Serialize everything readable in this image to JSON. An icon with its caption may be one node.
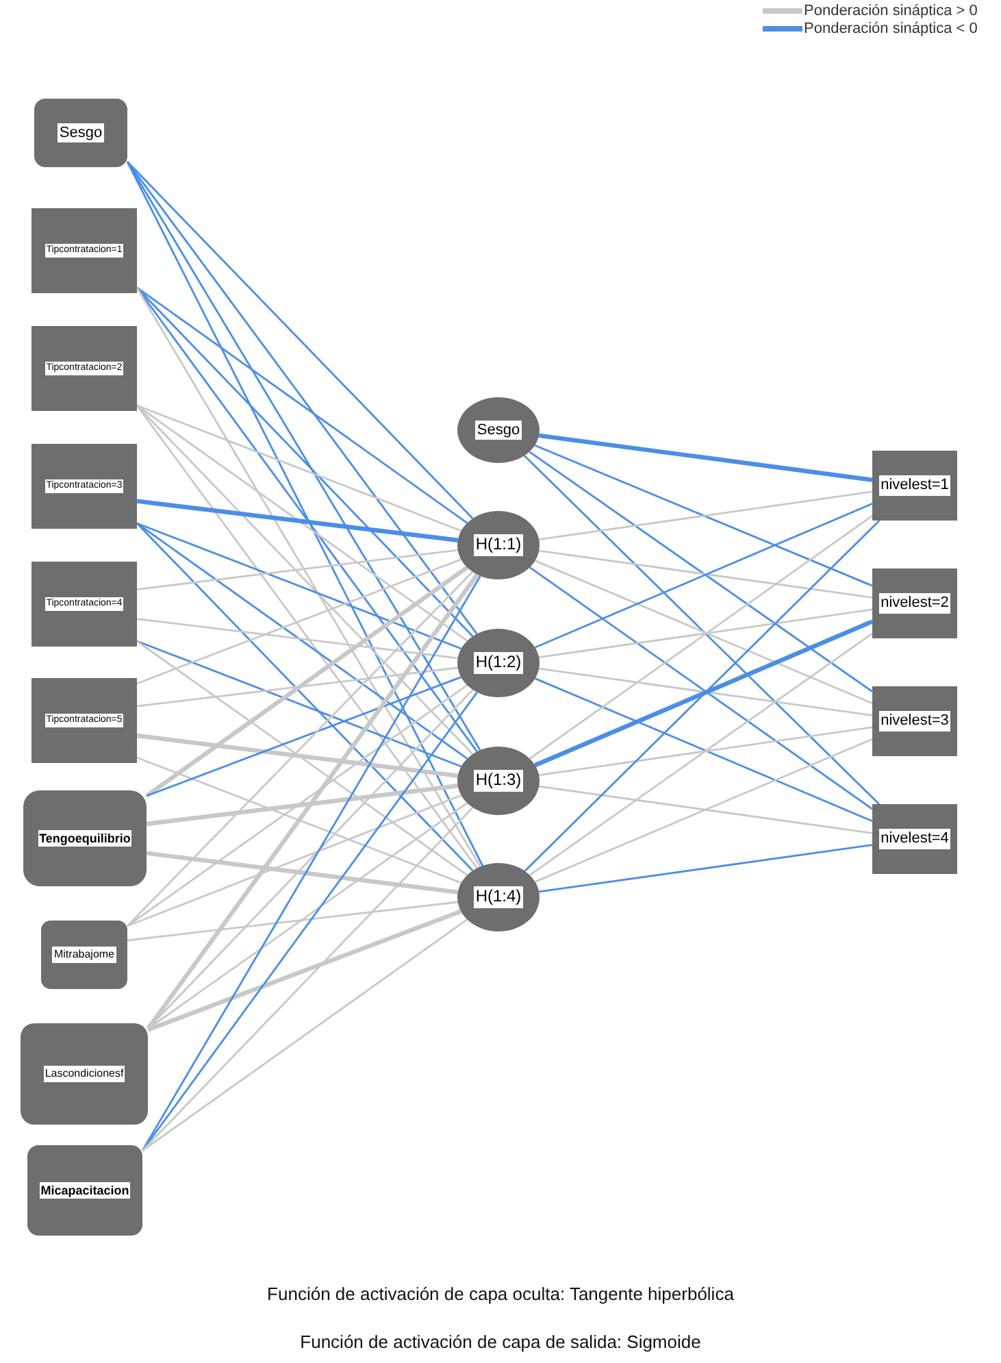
{
  "diagram": {
    "nodes": [
      {
        "text": [
          "Sesgo"
        ]
      },
      {
        "text": [
          "Tipcontratacion=1"
        ]
      },
      {
        "text": [
          "Tipcontratacion=2"
        ]
      },
      {
        "text": [
          "Tipcontratacion=3"
        ]
      },
      {
        "text": [
          "Tipcontratacion=4"
        ]
      },
      {
        "text": [
          "Tipcontratacion=5"
        ]
      },
      {
        "text": [
          "Tengoequilibrio"
        ]
      },
      {
        "text": [
          "Mitrabajome"
        ]
      },
      {
        "text": [
          "Lascondicionesf"
        ]
      },
      {
        "text": [
          "Micapacitacion"
        ]
      },
      {
        "text": [
          "Sesgo"
        ]
      },
      {
        "text": [
          "H(1:1)"
        ]
      },
      {
        "text": [
          "H(1:2)"
        ]
      },
      {
        "text": [
          "H(1:3)"
        ]
      },
      {
        "text": [
          "H(1:4)"
        ]
      },
      {
        "text": [
          "nivelest=1"
        ]
      },
      {
        "text": [
          "nivelest=2"
        ]
      },
      {
        "text": [
          "nivelest=3"
        ]
      },
      {
        "text": [
          "nivelest=4"
        ]
      }
    ],
    "edges": [
      {
        "from": 0,
        "to": 11,
        "arrow": "none",
        "color": "#4a8ee6"
      },
      {
        "from": 0,
        "to": 12,
        "arrow": "none",
        "color": "#4a8ee6"
      },
      {
        "from": 0,
        "to": 13,
        "arrow": "none",
        "color": "#4a8ee6"
      },
      {
        "from": 0,
        "to": 14,
        "arrow": "none",
        "color": "#4a8ee6"
      },
      {
        "from": 1,
        "to": 11,
        "arrow": "none",
        "color": "#4a8ee6"
      },
      {
        "from": 1,
        "to": 12,
        "arrow": "none",
        "color": "#4a8ee6"
      },
      {
        "from": 1,
        "to": 13,
        "arrow": "none",
        "color": "#4a8ee6"
      },
      {
        "from": 1,
        "to": 14,
        "arrow": "none"
      },
      {
        "from": 2,
        "to": 11,
        "arrow": "none"
      },
      {
        "from": 2,
        "to": 12,
        "arrow": "none"
      },
      {
        "from": 2,
        "to": 13,
        "arrow": "none"
      },
      {
        "from": 2,
        "to": 14,
        "arrow": "none"
      },
      {
        "from": 3,
        "to": 11,
        "arrow": "none",
        "style": "thick",
        "color": "#4a8ee6"
      },
      {
        "from": 3,
        "to": 12,
        "arrow": "none",
        "color": "#4a8ee6"
      },
      {
        "from": 3,
        "to": 13,
        "arrow": "none",
        "color": "#4a8ee6"
      },
      {
        "from": 3,
        "to": 14,
        "arrow": "none",
        "color": "#4a8ee6"
      },
      {
        "from": 4,
        "to": 11,
        "arrow": "none"
      },
      {
        "from": 4,
        "to": 12,
        "arrow": "none"
      },
      {
        "from": 4,
        "to": 13,
        "arrow": "none",
        "color": "#4a8ee6"
      },
      {
        "from": 4,
        "to": 14,
        "arrow": "none"
      },
      {
        "from": 5,
        "to": 11,
        "arrow": "none"
      },
      {
        "from": 5,
        "to": 12,
        "arrow": "none"
      },
      {
        "from": 5,
        "to": 13,
        "arrow": "none",
        "style": "thick"
      },
      {
        "from": 5,
        "to": 14,
        "arrow": "none"
      },
      {
        "from": 6,
        "to": 11,
        "arrow": "none",
        "style": "thick"
      },
      {
        "from": 6,
        "to": 12,
        "arrow": "none",
        "color": "#4a8ee6"
      },
      {
        "from": 6,
        "to": 13,
        "arrow": "none",
        "style": "thick"
      },
      {
        "from": 6,
        "to": 14,
        "arrow": "none",
        "style": "thick"
      },
      {
        "from": 7,
        "to": 11,
        "arrow": "none"
      },
      {
        "from": 7,
        "to": 12,
        "arrow": "none"
      },
      {
        "from": 7,
        "to": 13,
        "arrow": "none"
      },
      {
        "from": 7,
        "to": 14,
        "arrow": "none"
      },
      {
        "from": 8,
        "to": 11,
        "arrow": "none",
        "style": "thick"
      },
      {
        "from": 8,
        "to": 12,
        "arrow": "none"
      },
      {
        "from": 8,
        "to": 13,
        "arrow": "none"
      },
      {
        "from": 8,
        "to": 14,
        "arrow": "none",
        "style": "thick"
      },
      {
        "from": 9,
        "to": 11,
        "arrow": "none",
        "color": "#4a8ee6"
      },
      {
        "from": 9,
        "to": 12,
        "arrow": "none",
        "color": "#4a8ee6"
      },
      {
        "from": 9,
        "to": 13,
        "arrow": "none"
      },
      {
        "from": 9,
        "to": 14,
        "arrow": "none"
      },
      {
        "from": 10,
        "to": 15,
        "arrow": "none",
        "style": "thick",
        "color": "#4a8ee6"
      },
      {
        "from": 10,
        "to": 16,
        "arrow": "none",
        "color": "#4a8ee6"
      },
      {
        "from": 10,
        "to": 17,
        "arrow": "none",
        "color": "#4a8ee6"
      },
      {
        "from": 10,
        "to": 18,
        "arrow": "none",
        "color": "#4a8ee6"
      },
      {
        "from": 11,
        "to": 15,
        "arrow": "none"
      },
      {
        "from": 11,
        "to": 16,
        "arrow": "none"
      },
      {
        "from": 11,
        "to": 17,
        "arrow": "none"
      },
      {
        "from": 11,
        "to": 18,
        "arrow": "none",
        "color": "#4a8ee6"
      },
      {
        "from": 12,
        "to": 15,
        "arrow": "none",
        "color": "#4a8ee6"
      },
      {
        "from": 12,
        "to": 16,
        "arrow": "none"
      },
      {
        "from": 12,
        "to": 17,
        "arrow": "none"
      },
      {
        "from": 12,
        "to": 18,
        "arrow": "none",
        "color": "#4a8ee6"
      },
      {
        "from": 13,
        "to": 15,
        "arrow": "none"
      },
      {
        "from": 13,
        "to": 16,
        "arrow": "none",
        "style": "thick",
        "color": "#4a8ee6"
      },
      {
        "from": 13,
        "to": 17,
        "arrow": "none"
      },
      {
        "from": 13,
        "to": 18,
        "arrow": "none"
      },
      {
        "from": 14,
        "to": 15,
        "arrow": "none",
        "color": "#4a8ee6"
      },
      {
        "from": 14,
        "to": 16,
        "arrow": "none"
      },
      {
        "from": 14,
        "to": 17,
        "arrow": "none"
      },
      {
        "from": 14,
        "to": 18,
        "arrow": "none",
        "color": "#4a8ee6"
      }
    ],
    "labels": [
      "Función de activación de capa oculta: Tangente hiperbólica",
      "Función de activación de capa de salida: Sigmoide"
    ],
    "legend": [
      {
        "text": "Ponderación sináptica > 0",
        "color": "#c8c8c8"
      },
      {
        "text": "Ponderación sináptica < 0",
        "color": "#4a8ee6"
      }
    ]
  }
}
